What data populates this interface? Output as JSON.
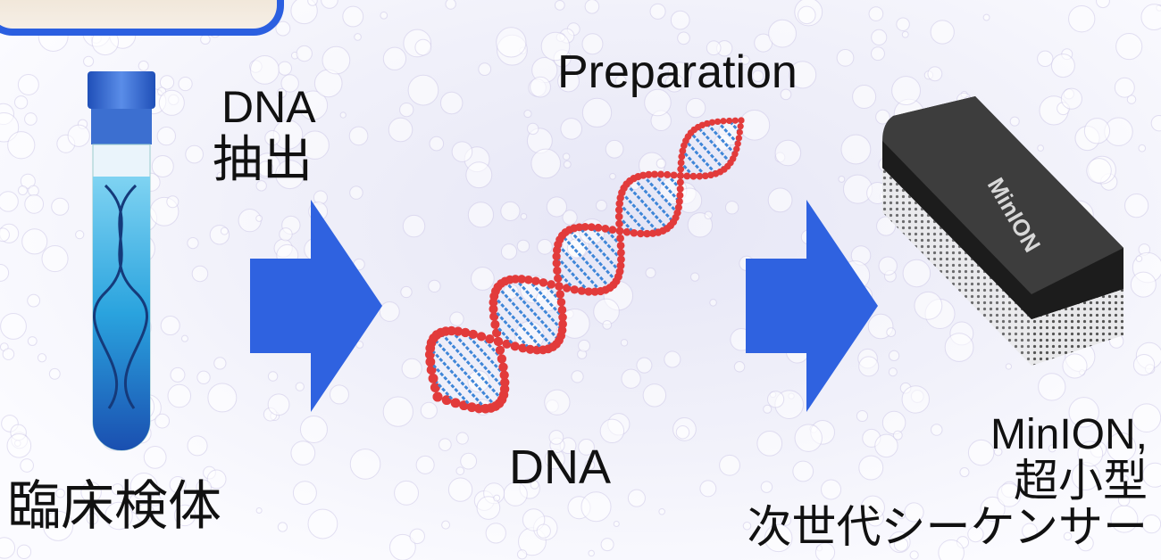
{
  "labels": {
    "extraction_line1": "DNA",
    "extraction_line2": "抽出",
    "preparation": "Preparation",
    "dna": "DNA",
    "specimen": "臨床検体",
    "device_line1": "MinION,",
    "device_line2": "超小型",
    "device_line3": "次世代シーケンサー"
  },
  "device_logo": "MinION",
  "colors": {
    "arrow": "#2f62e0",
    "frame": "#2b5fe0",
    "tube_liquid": "#29a6e0",
    "helix_backbone": "#e23b3b",
    "helix_rung": "#3f86d8",
    "device_top": "#3a3a3a"
  }
}
